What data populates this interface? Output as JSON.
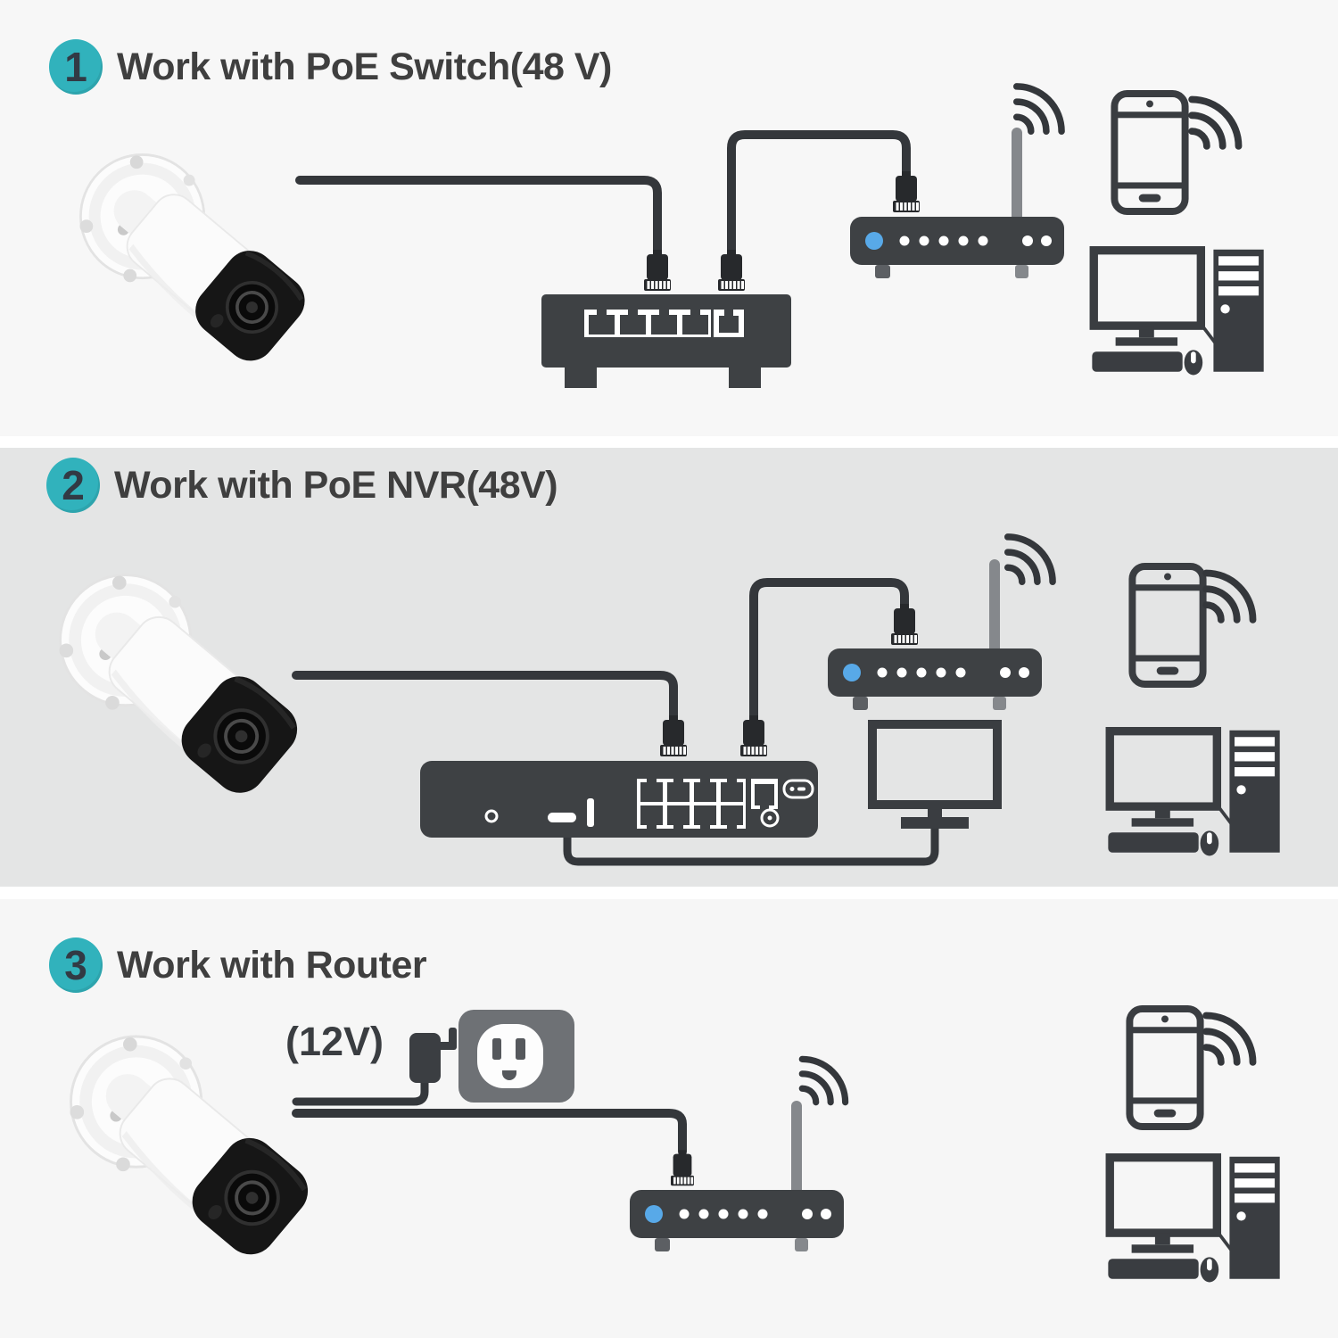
{
  "diagram": {
    "type": "product-connection-diagram",
    "subject": "PoE bullet security camera connection options"
  },
  "colors": {
    "section_bg_light": "#f7f7f7",
    "section_bg_gray": "#e4e5e5",
    "divider_white": "#ffffff",
    "device_dark": "#3e4144",
    "cable_dark": "#34373b",
    "badge_teal": "#31b2bc",
    "badge_number_dark": "#323a44",
    "heading_text": "#3f3f3f",
    "led_blue": "#58a9e8",
    "antenna_gray": "#85888c",
    "outlet_gray": "#6e7175"
  },
  "sections": [
    {
      "badge": "1",
      "title": "Work with PoE Switch(48 V)",
      "devices": [
        "bullet-camera",
        "ethernet-cable",
        "rj45-plug",
        "poe-switch-5-port",
        "wifi-router",
        "wifi-signal",
        "smartphone",
        "desktop-computer"
      ]
    },
    {
      "badge": "2",
      "title": "Work with PoE NVR(48V)",
      "devices": [
        "bullet-camera",
        "ethernet-cable",
        "rj45-plug",
        "poe-nvr-8-port",
        "wifi-router",
        "wifi-signal",
        "monitor",
        "smartphone",
        "desktop-computer"
      ]
    },
    {
      "badge": "3",
      "title": "Work with Router",
      "power_label": "(12V)",
      "devices": [
        "bullet-camera",
        "power-adapter",
        "wall-outlet",
        "power-cable",
        "ethernet-cable",
        "rj45-plug",
        "wifi-router",
        "wifi-signal",
        "smartphone",
        "desktop-computer"
      ]
    }
  ]
}
